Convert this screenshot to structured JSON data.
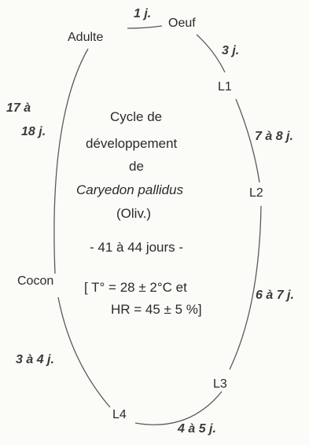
{
  "diagram": {
    "stages": {
      "egg": "Oeuf",
      "l1": "L1",
      "l2": "L2",
      "l3": "L3",
      "l4": "L4",
      "cocoon": "Cocon",
      "adult": "Adulte"
    },
    "durations": {
      "adult_to_egg": "1 j.",
      "egg_to_l1": "3 j.",
      "l1_to_l2": "7 à 8 j.",
      "l2_to_l3": "6 à 7 j.",
      "l3_to_l4": "4 à 5 j.",
      "l4_to_cocoon": "3 à 4 j.",
      "cocoon_to_adult_line1": "17 à",
      "cocoon_to_adult_line2": "18 j."
    },
    "center": {
      "title_line1": "Cycle de",
      "title_line2": "développement",
      "title_line3": "de",
      "species": "Caryedon pallidus",
      "authority": "(Oliv.)",
      "total": "- 41 à 44 jours -",
      "conditions_line1": "[ T° = 28 ± 2°C et",
      "conditions_line2": "HR = 45 ± 5 %]"
    },
    "colors": {
      "line": "#5a5a5a",
      "text": "#2b2b2b",
      "background": "#fbfbf8"
    }
  }
}
